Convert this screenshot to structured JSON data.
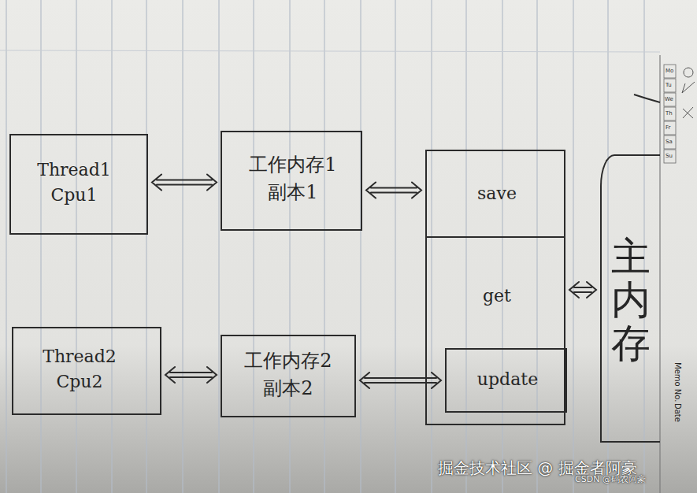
{
  "diagram": {
    "nodes": [
      {
        "text": [
          "Thread1 Cpu1"
        ]
      },
      {
        "text": [
          "工作内存1 副本1"
        ]
      },
      {
        "text": [
          "get"
        ]
      },
      {
        "text": [
          "save"
        ],
        "in": 2
      },
      {
        "text": [
          "update"
        ],
        "in": 2
      },
      {
        "text": [
          "Thread2 Cpu2"
        ]
      },
      {
        "text": [
          "工作内存2 副本2"
        ]
      },
      {
        "text": [
          "主内存"
        ]
      }
    ],
    "edges": [
      {
        "from": 0,
        "to": 1,
        "arrow": "both"
      },
      {
        "from": 1,
        "to": 3,
        "arrow": "both"
      },
      {
        "from": 5,
        "to": 6,
        "arrow": "both"
      },
      {
        "from": 6,
        "to": 4,
        "arrow": "both"
      },
      {
        "from": 2,
        "to": 7,
        "arrow": "both"
      }
    ],
    "labels": [
      "Mo",
      "Tu",
      "We",
      "Th",
      "Fr",
      "Sa",
      "Su",
      "Memo No.",
      "Date",
      "掘金技术社区 @ 掘金者阿豪",
      "CSDN @码农阿豪"
    ]
  }
}
